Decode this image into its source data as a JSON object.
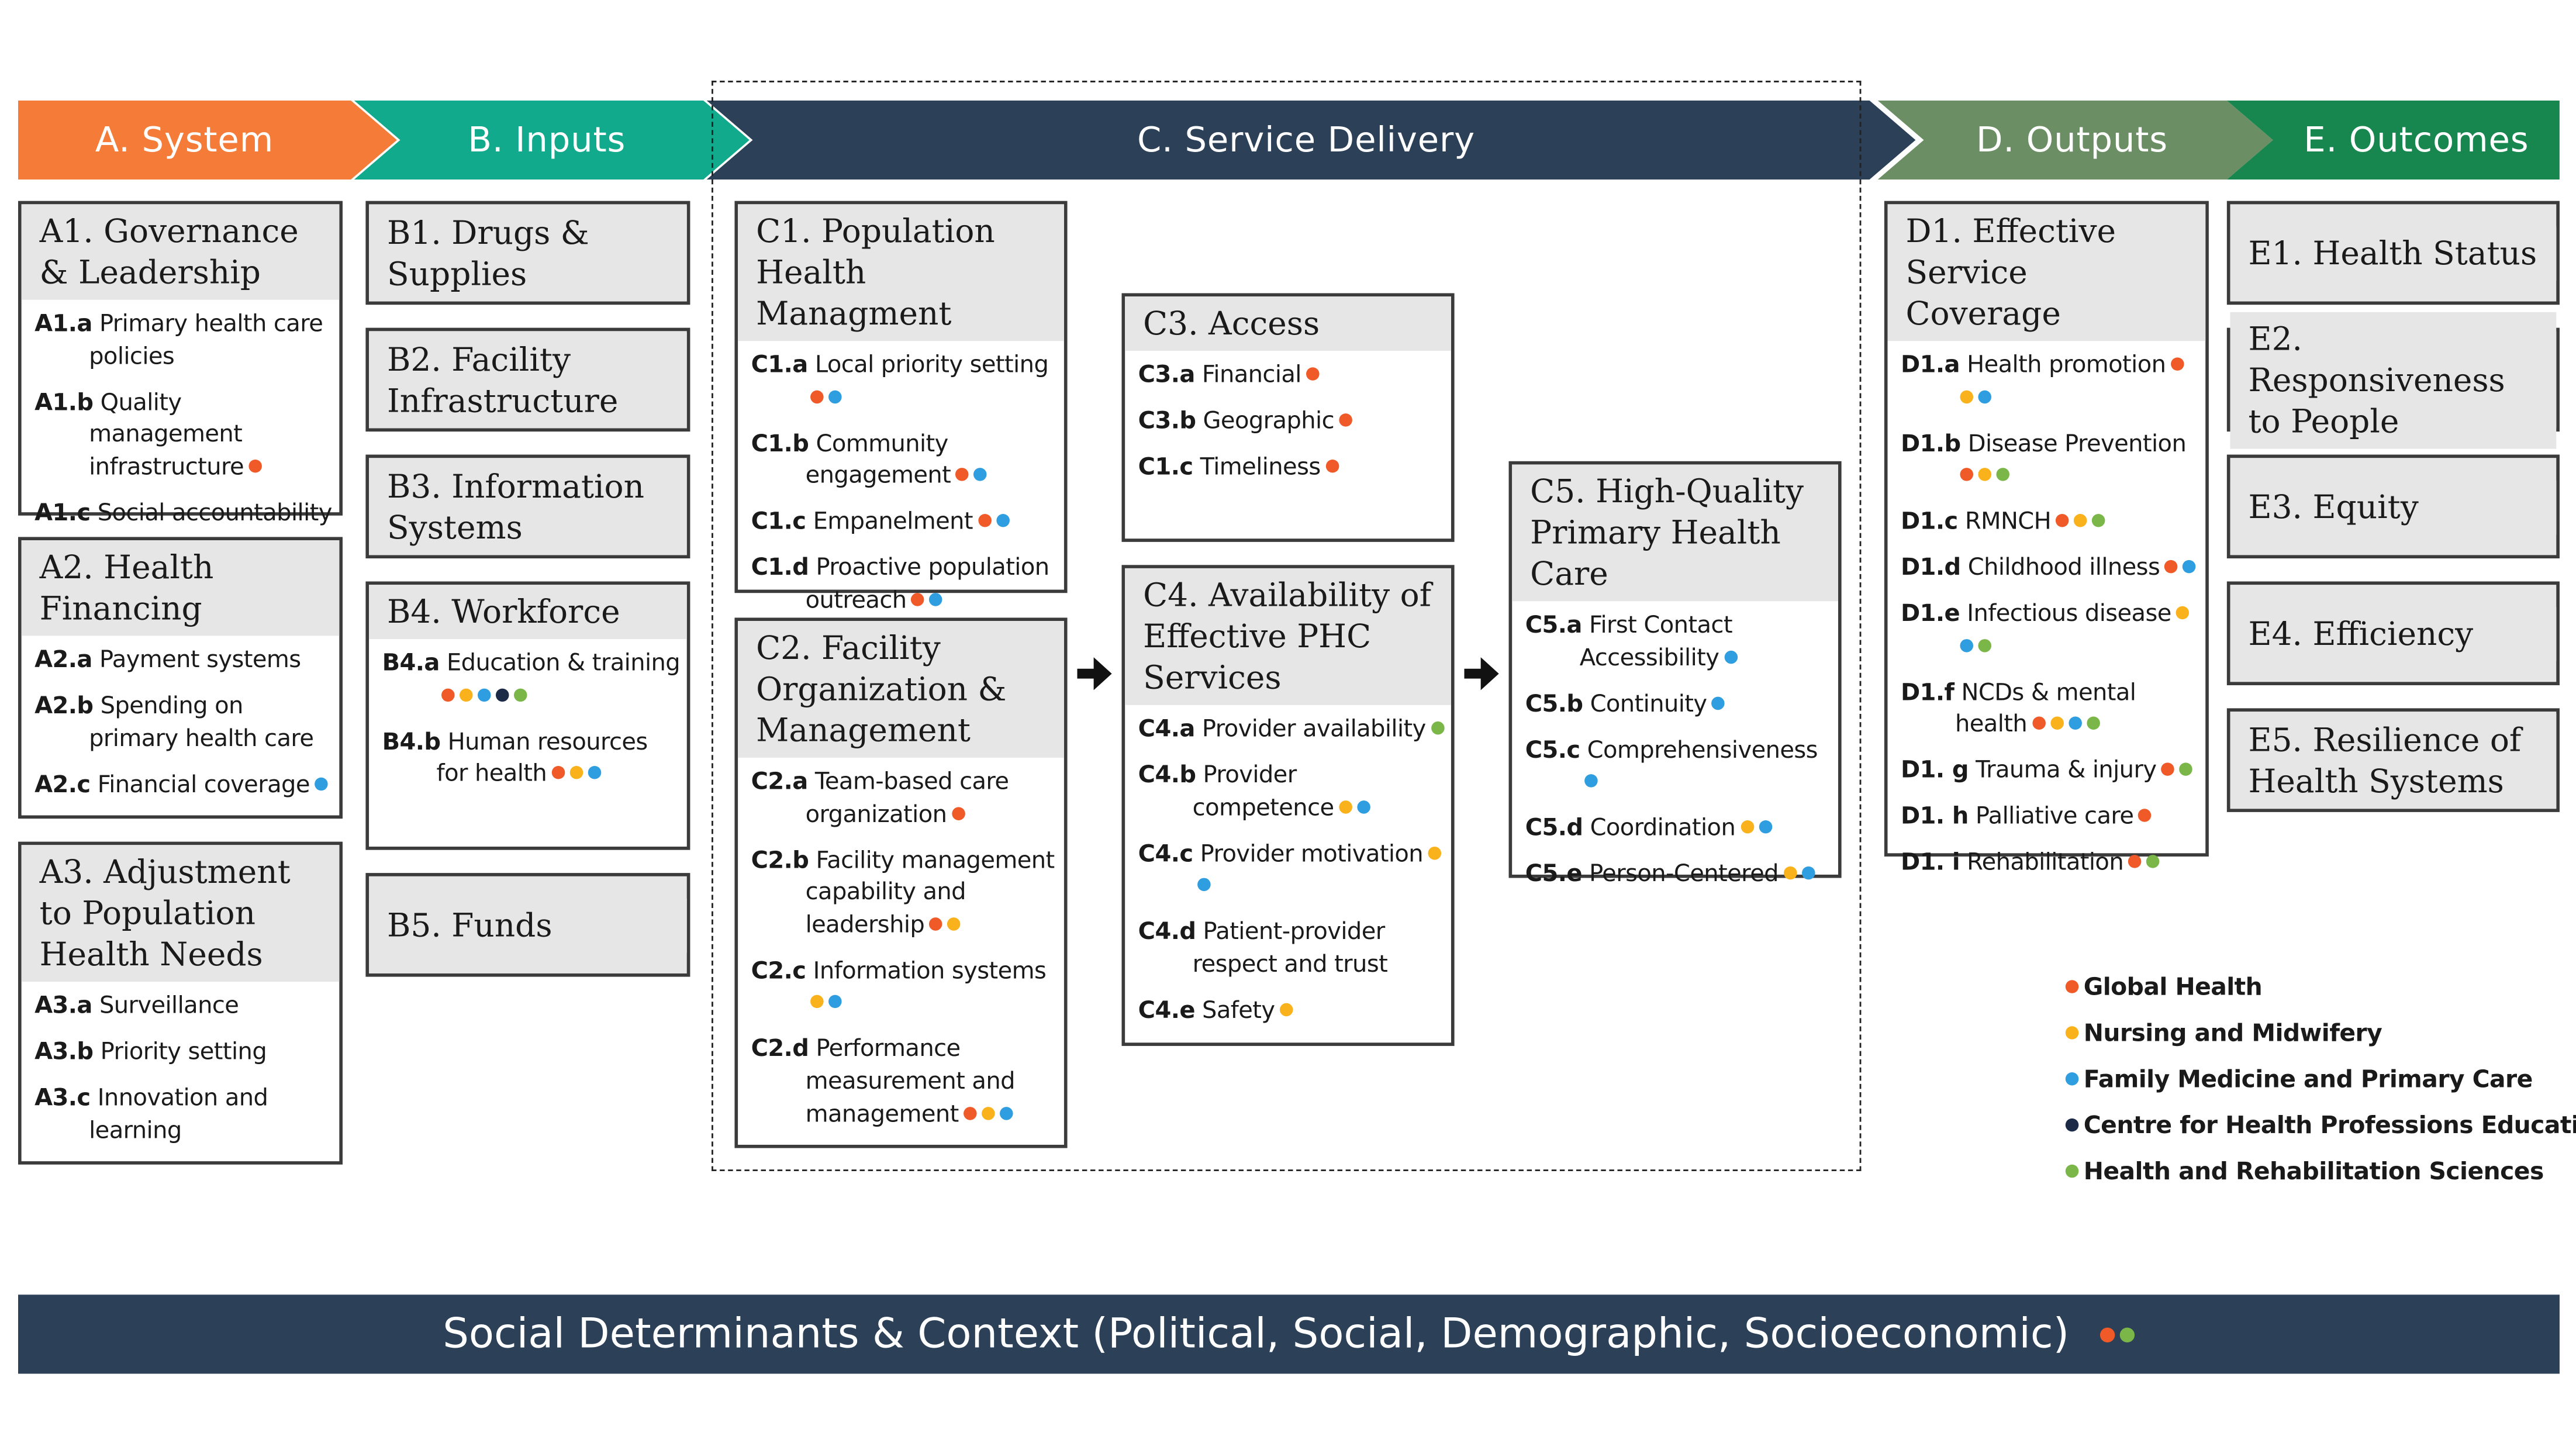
{
  "colors": {
    "global_health": "#ef5a28",
    "nursing_midwifery": "#f9b21b",
    "family_medicine": "#2f9ee0",
    "centre_hpe": "#1b2a47",
    "health_rehab": "#7ab648",
    "system": "#f47b38",
    "inputs": "#12aa8c",
    "service_delivery": "#2c4058",
    "outputs": "#6c8e64",
    "outcomes": "#17864f"
  },
  "stages": {
    "a": "A. System",
    "b": "B. Inputs",
    "c": "C. Service Delivery",
    "d": "D. Outputs",
    "e": "E. Outcomes"
  },
  "boxes": {
    "a1": {
      "title": "A1. Governance & Leadership",
      "items": [
        {
          "code": "A1.a",
          "text": "Primary health care policies",
          "dots": []
        },
        {
          "code": "A1.b",
          "text": "Quality management infrastructure",
          "dots": [
            "global_health"
          ]
        },
        {
          "code": "A1.c",
          "text": "Social accountability",
          "dots": []
        }
      ]
    },
    "a2": {
      "title": "A2. Health Financing",
      "items": [
        {
          "code": "A2.a",
          "text": "Payment systems",
          "dots": []
        },
        {
          "code": "A2.b",
          "text": "Spending on primary health care",
          "dots": []
        },
        {
          "code": "A2.c",
          "text": "Financial coverage",
          "dots": [
            "family_medicine"
          ]
        }
      ]
    },
    "a3": {
      "title": "A3. Adjustment to Population Health Needs",
      "items": [
        {
          "code": "A3.a",
          "text": "Surveillance",
          "dots": []
        },
        {
          "code": "A3.b",
          "text": "Priority setting",
          "dots": []
        },
        {
          "code": "A3.c",
          "text": "Innovation and learning",
          "dots": []
        }
      ]
    },
    "b1": {
      "title": "B1. Drugs & Supplies"
    },
    "b2": {
      "title": "B2. Facility Infrastructure"
    },
    "b3": {
      "title": "B3. Information Systems"
    },
    "b4": {
      "title": "B4. Workforce",
      "items": [
        {
          "code": "B4.a",
          "text": "Education & training",
          "dots": [
            "global_health",
            "nursing_midwifery",
            "family_medicine",
            "centre_hpe",
            "health_rehab"
          ]
        },
        {
          "code": "B4.b",
          "text": "Human resources for health",
          "dots": [
            "global_health",
            "nursing_midwifery",
            "family_medicine"
          ]
        }
      ]
    },
    "b5": {
      "title": "B5. Funds"
    },
    "c1": {
      "title": "C1. Population Health Managment",
      "items": [
        {
          "code": "C1.a",
          "text": "Local priority setting",
          "dots": [
            "global_health",
            "family_medicine"
          ]
        },
        {
          "code": "C1.b",
          "text": "Community engagement",
          "dots": [
            "global_health",
            "family_medicine"
          ]
        },
        {
          "code": "C1.c",
          "text": "Empanelment",
          "dots": [
            "global_health",
            "family_medicine"
          ]
        },
        {
          "code": "C1.d",
          "text": "Proactive population outreach",
          "dots": [
            "global_health",
            "family_medicine"
          ]
        }
      ]
    },
    "c2": {
      "title": "C2. Facility Organization & Management",
      "items": [
        {
          "code": "C2.a",
          "text": "Team-based care organization",
          "dots": [
            "global_health"
          ]
        },
        {
          "code": "C2.b",
          "text": "Facility management capability and leadership",
          "dots": [
            "global_health",
            "nursing_midwifery"
          ]
        },
        {
          "code": "C2.c",
          "text": "Information systems",
          "dots": [
            "nursing_midwifery",
            "family_medicine"
          ]
        },
        {
          "code": "C2.d",
          "text": "Performance measurement and management",
          "dots": [
            "global_health",
            "nursing_midwifery",
            "family_medicine"
          ]
        }
      ]
    },
    "c3": {
      "title": "C3. Access",
      "items": [
        {
          "code": "C3.a",
          "text": "Financial",
          "dots": [
            "global_health"
          ]
        },
        {
          "code": "C3.b",
          "text": "Geographic",
          "dots": [
            "global_health"
          ]
        },
        {
          "code": "C1.c",
          "text": "Timeliness",
          "dots": [
            "global_health"
          ]
        }
      ]
    },
    "c4": {
      "title": "C4. Availability of Effective PHC Services",
      "items": [
        {
          "code": "C4.a",
          "text": "Provider availability",
          "dots": [
            "health_rehab"
          ]
        },
        {
          "code": "C4.b",
          "text": "Provider competence",
          "dots": [
            "nursing_midwifery",
            "family_medicine"
          ]
        },
        {
          "code": "C4.c",
          "text": "Provider motivation",
          "dots": [
            "nursing_midwifery",
            "family_medicine"
          ]
        },
        {
          "code": "C4.d",
          "text": "Patient-provider respect and trust",
          "dots": []
        },
        {
          "code": "C4.e",
          "text": "Safety",
          "dots": [
            "nursing_midwifery"
          ]
        }
      ]
    },
    "c5": {
      "title": "C5. High-Quality Primary Health Care",
      "items": [
        {
          "code": "C5.a",
          "text": "First Contact Accessibility",
          "dots": [
            "family_medicine"
          ]
        },
        {
          "code": "C5.b",
          "text": "Continuity",
          "dots": [
            "family_medicine"
          ]
        },
        {
          "code": "C5.c",
          "text": "Comprehensiveness",
          "dots": [
            "family_medicine"
          ]
        },
        {
          "code": "C5.d",
          "text": "Coordination",
          "dots": [
            "nursing_midwifery",
            "family_medicine"
          ]
        },
        {
          "code": "C5.e",
          "text": "Person-Centered",
          "dots": [
            "nursing_midwifery",
            "family_medicine"
          ]
        }
      ]
    },
    "d1": {
      "title": "D1. Effective Service Coverage",
      "items": [
        {
          "code": "D1.a",
          "text": "Health promotion",
          "dots": [
            "global_health",
            "nursing_midwifery",
            "family_medicine"
          ]
        },
        {
          "code": "D1.b",
          "text": "Disease Prevention",
          "dots": [
            "global_health",
            "nursing_midwifery",
            "health_rehab"
          ]
        },
        {
          "code": "D1.c",
          "text": "RMNCH",
          "dots": [
            "global_health",
            "nursing_midwifery",
            "health_rehab"
          ]
        },
        {
          "code": "D1.d",
          "text": "Childhood illness",
          "dots": [
            "global_health",
            "family_medicine"
          ]
        },
        {
          "code": "D1.e",
          "text": "Infectious disease",
          "dots": [
            "nursing_midwifery",
            "family_medicine",
            "health_rehab"
          ]
        },
        {
          "code": "D1.f",
          "text": "NCDs & mental health",
          "dots": [
            "global_health",
            "nursing_midwifery",
            "family_medicine",
            "health_rehab"
          ]
        },
        {
          "code": "D1. g",
          "text": "Trauma & injury",
          "dots": [
            "global_health",
            "health_rehab"
          ]
        },
        {
          "code": "D1. h",
          "text": "Palliative care",
          "dots": [
            "global_health"
          ]
        },
        {
          "code": "D1. i",
          "text": "Rehabilitation",
          "dots": [
            "global_health",
            "health_rehab"
          ]
        }
      ]
    },
    "e1": {
      "title": "E1. Health Status"
    },
    "e2": {
      "title": "E2. Responsiveness to People"
    },
    "e3": {
      "title": "E3. Equity"
    },
    "e4": {
      "title": "E4. Efficiency"
    },
    "e5": {
      "title": "E5. Resilience of Health Systems"
    }
  },
  "legend": [
    {
      "key": "global_health",
      "label": "Global Health"
    },
    {
      "key": "nursing_midwifery",
      "label": "Nursing and Midwifery"
    },
    {
      "key": "family_medicine",
      "label": "Family Medicine and Primary Care"
    },
    {
      "key": "centre_hpe",
      "label": "Centre for Health Professions Education"
    },
    {
      "key": "health_rehab",
      "label": "Health and Rehabilitation Sciences"
    }
  ],
  "bottom_bar": {
    "text": "Social Determinants & Context (Political, Social, Demographic, Socioeconomic)",
    "dots": [
      "global_health",
      "health_rehab"
    ]
  }
}
